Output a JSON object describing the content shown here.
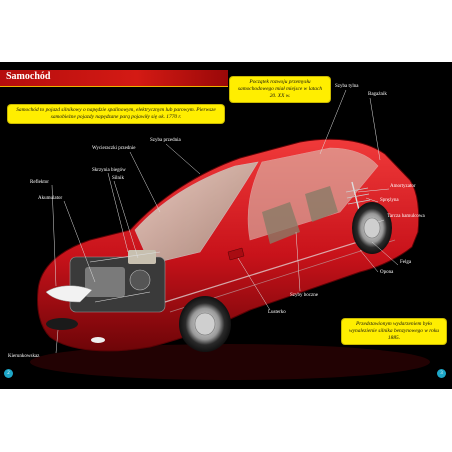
{
  "page": {
    "title": "Samochód",
    "info_top": "Samochód to pojazd silnikowy o napędzie spalinowym, elektrycznym lub parowym. Pierwsze samobieżne pojazdy napędzane parą pojawiły się ok. 1770 r.",
    "info_right_top": "Początek rozwoju przemysłu samochodowego miał miejsce w latach 20. XX w.",
    "info_bottom": "Przedstawionym wydarzeniem było wynalezienie silnika benzynowego w roku 1885.",
    "page_left": "2",
    "page_right": "3"
  },
  "labels": {
    "szyba_tylna": "Szyba tylna",
    "bagaznik": "Bagażnik",
    "szyba_przednia": "Szyba przednia",
    "wycieraczki": "Wycieraczki przednie",
    "skrzynia_biegow": "Skrzynia biegów",
    "silnik": "Silnik",
    "reflektor": "Reflektor",
    "akumulator": "Akumulator",
    "amortyzator": "Amortyzator",
    "sprezyna": "Sprężyna",
    "tarcza_hamulcowa": "Tarcza hamulcowa",
    "felga": "Felga",
    "opona": "Opona",
    "szyby_boczne": "Szyby boczne",
    "lusterko": "Lusterko",
    "kierunkowskaz": "Kierunkowskaz"
  },
  "colors": {
    "body_red": "#d2141c",
    "title_red": "#c4100e",
    "info_yellow": "#ffee00",
    "page_marker": "#1ea7c8"
  }
}
